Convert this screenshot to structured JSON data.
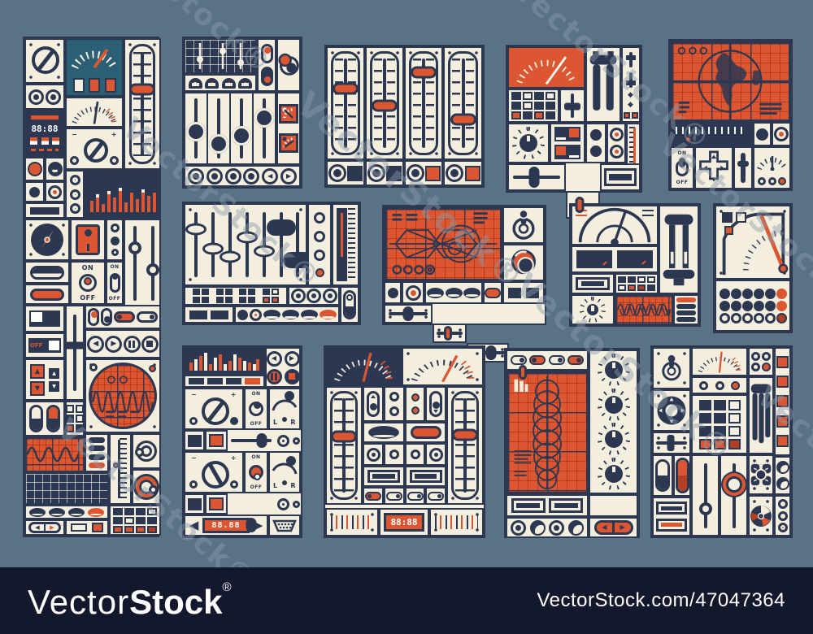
{
  "palette": {
    "background": "#5a7285",
    "panel_cream": "#f4eede",
    "ink_navy": "#2c3752",
    "accent_orange": "#dc5731",
    "teal": "#2b5f76",
    "footer_navy": "#14182c"
  },
  "watermark": {
    "text": "VectorStock®"
  },
  "footer": {
    "brand_light": "Vector",
    "brand_bold": "Stock",
    "registered": "®",
    "reference": "VectorStock.com/47047364"
  },
  "labels": {
    "on": "ON",
    "off": "OFF",
    "left": "L",
    "right": "R",
    "plus": "+",
    "minus": "−"
  },
  "icons": {
    "left_arrow": "◀",
    "right_arrow": "▶",
    "up_arrow": "▲",
    "down_arrow": "▼",
    "diamond": "◆"
  },
  "displays": {
    "counter_main": "88:88",
    "counter_mixer": "88:88",
    "counter_eq": "88.88"
  }
}
